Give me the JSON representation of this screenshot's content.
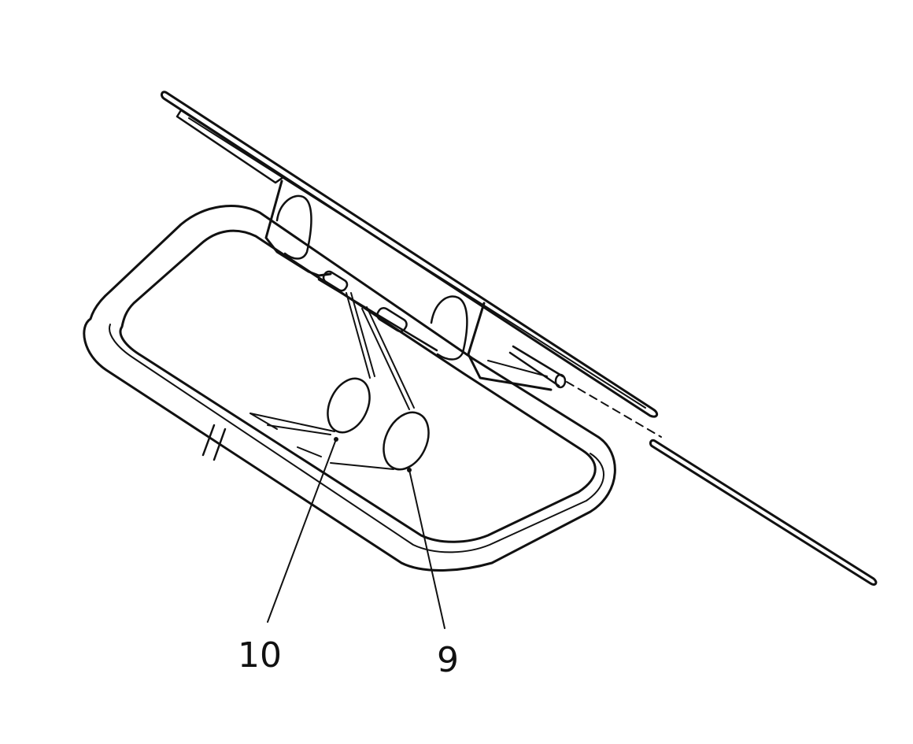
{
  "callouts": [
    {
      "id": "10",
      "label": "10"
    },
    {
      "id": "9",
      "label": "9"
    }
  ],
  "colors": {
    "ink": "#111111",
    "paper": "#ffffff",
    "gasket_dots": "#555555"
  }
}
